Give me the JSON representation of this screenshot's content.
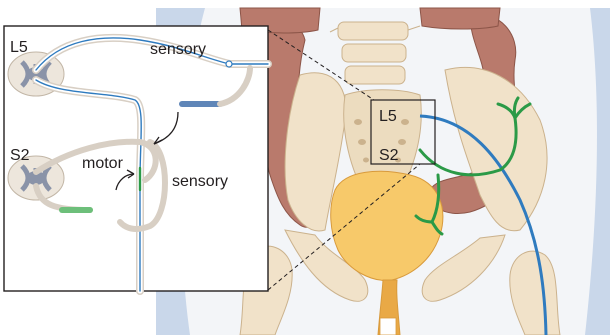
{
  "labels": {
    "inset_L5": "L5",
    "inset_S2": "S2",
    "sensory_top": "sensory",
    "motor": "motor",
    "sensory_bottom": "sensory",
    "box_L5": "L5",
    "box_S2": "S2"
  },
  "colors": {
    "background": "#ffffff",
    "anatomy_bg": "#c9d7ea",
    "bone": "#f1e2c9",
    "bone_shadow": "#dcc6a4",
    "colon": "#b97a6c",
    "bladder": "#f7c96a",
    "bladder_shade": "#e9a946",
    "motor_nerve": "#2b9a47",
    "sensory_nerve": "#2f7bbf",
    "outline": "#231f20"
  }
}
